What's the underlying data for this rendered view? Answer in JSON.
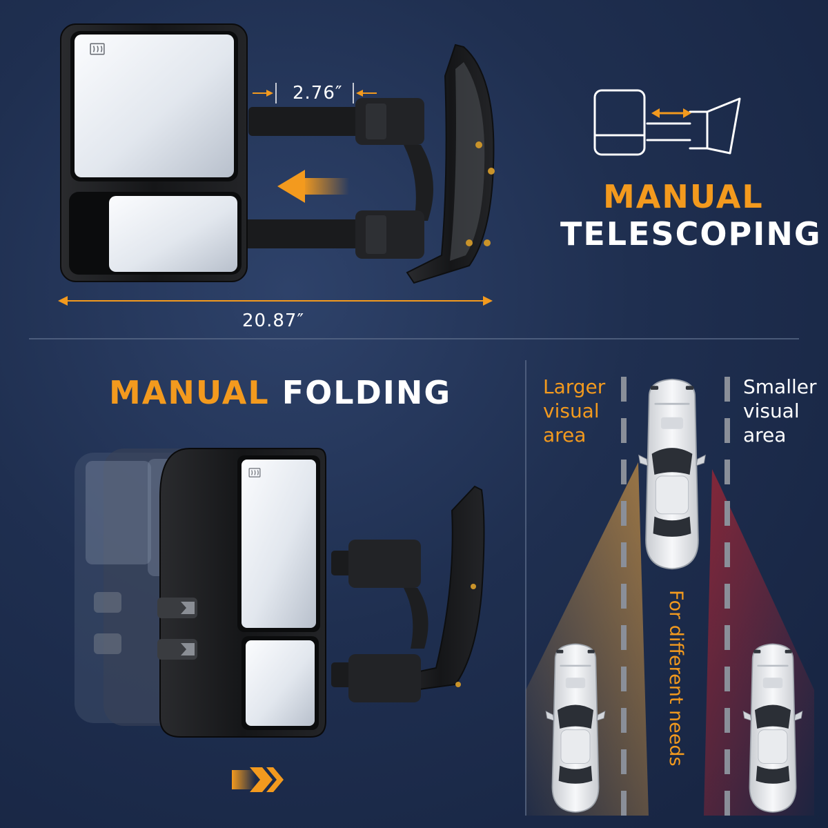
{
  "telescoping": {
    "heading_line1": "MANUAL",
    "heading_line2": "TELESCOPING",
    "extension_dim": "2.76″",
    "width_dim": "20.87″"
  },
  "folding": {
    "heading_word1": "MANUAL",
    "heading_word2": "FOLDING"
  },
  "visual": {
    "left_label": [
      "Larger",
      "visual",
      "area"
    ],
    "right_label": [
      "Smaller",
      "visual",
      "area"
    ],
    "vertical_text": "For different needs"
  },
  "colors": {
    "accent": "#f39a1e",
    "text": "#ffffff",
    "background": "#1f2f50",
    "left_cone": "#d89a3a",
    "right_cone": "#b3202a"
  },
  "icons": {
    "telescoping": "telescoping-mirror-icon",
    "defrost": "defrost-icon",
    "slide_arrow": "arrow-left-icon",
    "fold_arrow": "double-chevron-right-icon"
  }
}
